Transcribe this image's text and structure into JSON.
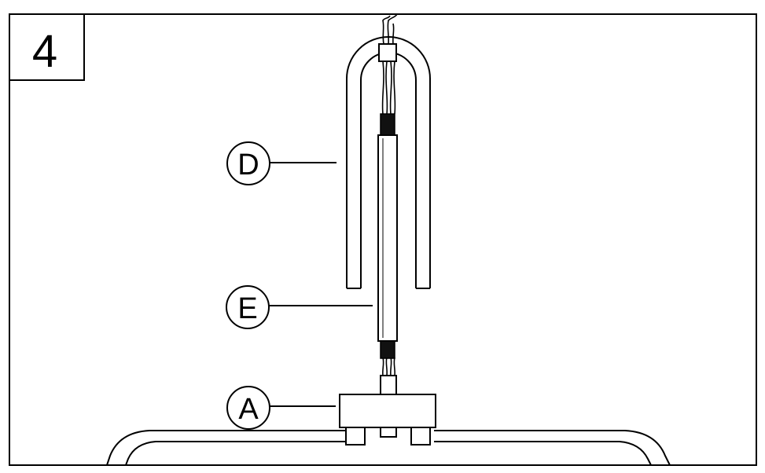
{
  "step": {
    "number": "4"
  },
  "callouts": {
    "d": {
      "letter": "D"
    },
    "e": {
      "letter": "E"
    },
    "a": {
      "letter": "A"
    }
  },
  "colors": {
    "stroke": "#000000",
    "fill": "#ffffff",
    "sleeve": "#111111"
  }
}
